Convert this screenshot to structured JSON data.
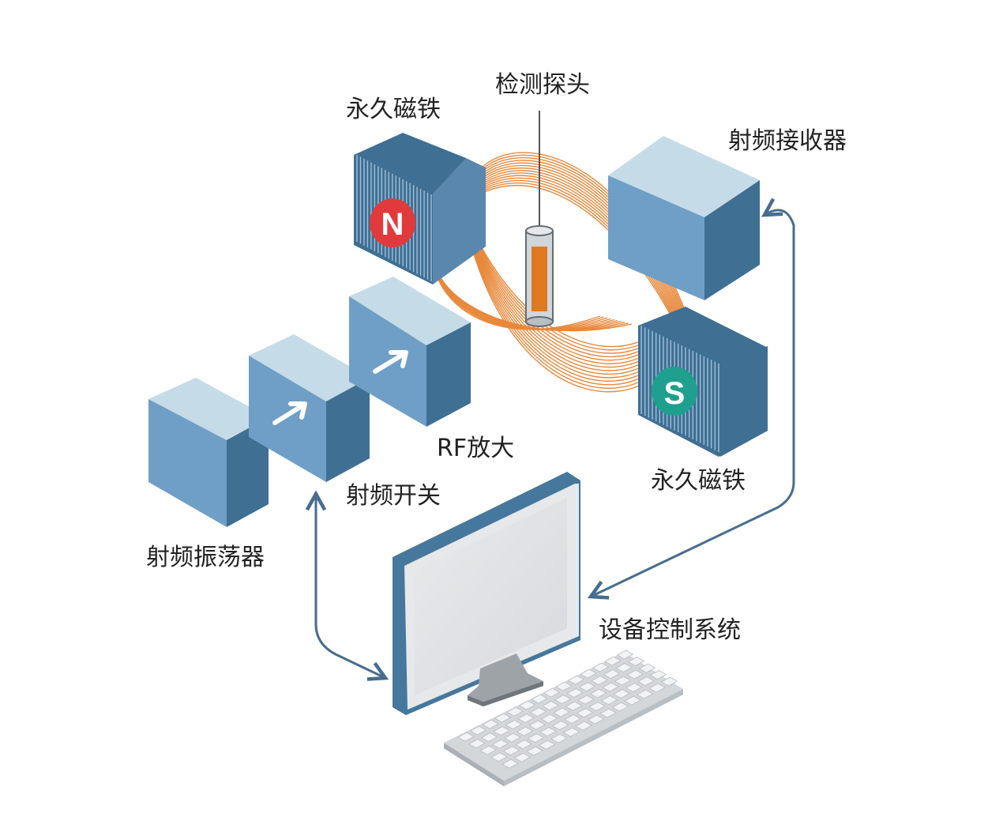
{
  "labels": {
    "probe": "检测探头",
    "magnet_top": "永久磁铁",
    "receiver": "射频接收器",
    "rf_amp": "RF放大",
    "magnet_bottom": "永久磁铁",
    "rf_switch": "射频开关",
    "oscillator": "射频振荡器",
    "control_system": "设备控制系统"
  },
  "poles": {
    "north": "N",
    "south": "S"
  },
  "colors": {
    "box_top": "#c5dbe8",
    "box_left": "#6f9fc6",
    "box_right": "#3f6f93",
    "field_lines": "#e8883a",
    "pole_north": "#e23a3c",
    "pole_south": "#1fa08f",
    "arrow_line": "#476d8e",
    "sample": "#e07820"
  }
}
